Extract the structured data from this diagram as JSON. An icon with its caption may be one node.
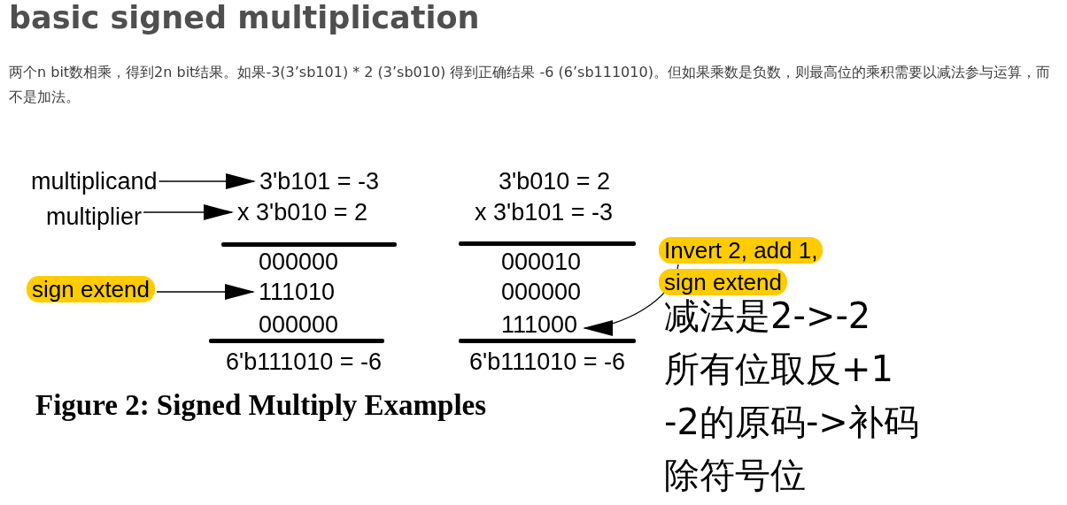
{
  "diagram": {
    "title": "basic signed multiplication",
    "caption": "Figure 2: Signed Multiply Examples",
    "nodes": [
      {
        "text": [
          "multiplicand"
        ]
      },
      {
        "text": [
          "3'b101 = -3"
        ]
      },
      {
        "text": [
          "multiplier"
        ]
      },
      {
        "text": [
          "x 3'b010 = 2"
        ]
      },
      {
        "text": [
          "sign extend"
        ]
      },
      {
        "text": [
          "111010"
        ]
      },
      {
        "text": [
          "Invert 2, add 1, sign extend"
        ]
      },
      {
        "text": [
          "111000"
        ]
      }
    ],
    "edges": [
      {
        "from": 0,
        "to": 1,
        "arrow": "to"
      },
      {
        "from": 2,
        "to": 3,
        "arrow": "to"
      },
      {
        "from": 4,
        "to": 5,
        "arrow": "to"
      },
      {
        "from": 6,
        "to": 7,
        "arrow": "to"
      }
    ],
    "labels": [
      "两个n bit数相乘，得到2n bit结果。如果-3(3’sb101) * 2 (3’sb010) 得到正确结果 -6 (6’sb111010)。但如果乘数是负数，则最高位的乘积需要以减法参与运算，而不是加法。",
      "000000",
      "000000",
      "6'b111010 = -6",
      "3'b010 = 2",
      "x 3'b101 = -3",
      "000010",
      "000000",
      "6'b111010 = -6",
      "减法是2->-2",
      "所有位取反+1",
      "-2的原码->补码",
      "除符号位"
    ]
  }
}
